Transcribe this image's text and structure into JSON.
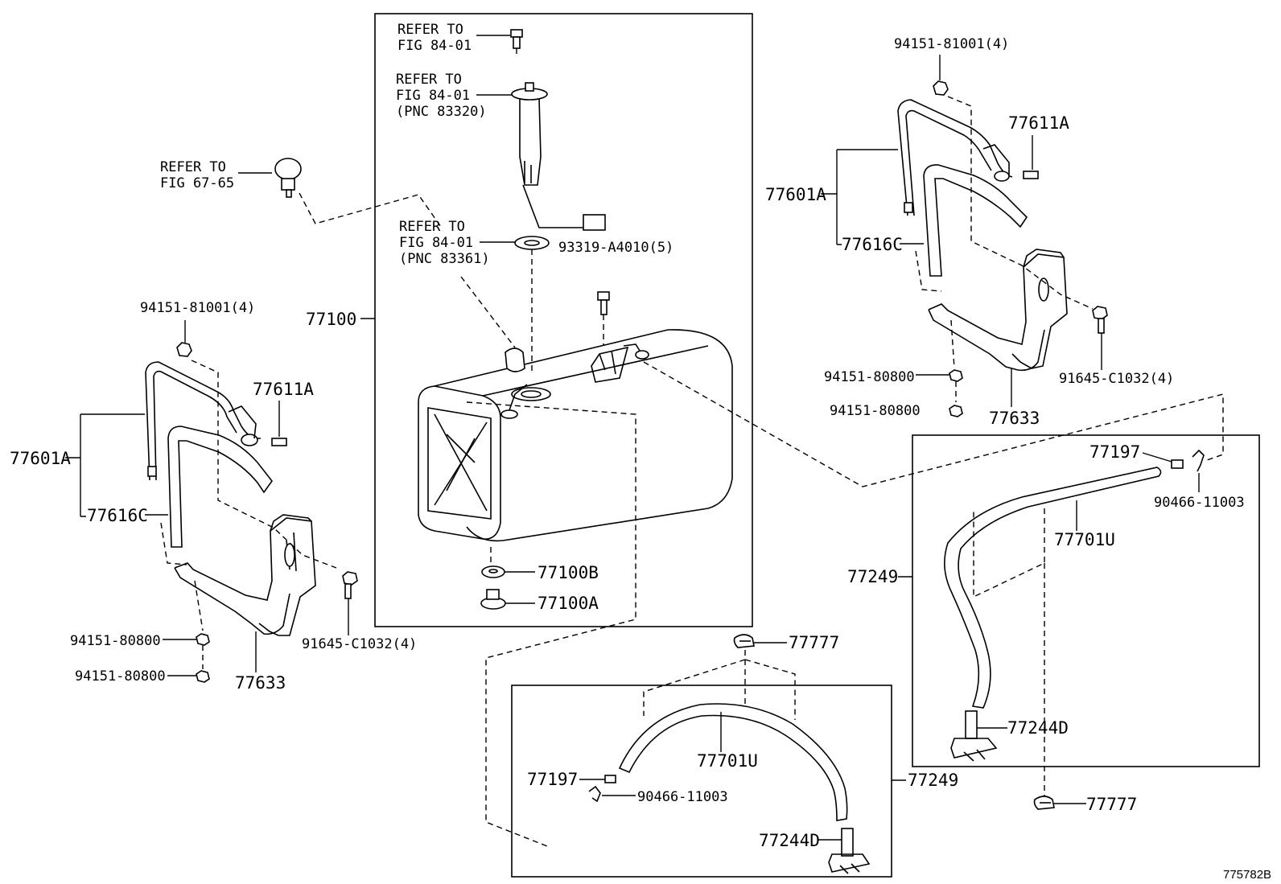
{
  "figure_code": "775782B",
  "labels": {
    "refer_84_01_a": [
      "REFER TO",
      "FIG 84-01"
    ],
    "refer_84_01_b": [
      "REFER TO",
      "FIG 84-01",
      "(PNC 83320)"
    ],
    "refer_84_01_c": [
      "REFER TO",
      "FIG 84-01",
      "(PNC 83361)"
    ],
    "refer_67_65": [
      "REFER TO",
      "FIG 67-65"
    ],
    "bolt_93319": "93319-A4010(5)",
    "tank_77100": "77100",
    "pad_77100b": "77100B",
    "plug_77100a": "77100A",
    "left_nut_94151_81001": "94151-81001(4)",
    "left_pin_77611a": "77611A",
    "left_band_77601a": "77601A",
    "left_strap_77616c": "77616C",
    "left_nut_94151_80800_a": "94151-80800",
    "left_nut_94151_80800_b": "94151-80800",
    "left_bracket_77633": "77633",
    "left_bolt_91645": "91645-C1032(4)",
    "right_nut_94151_81001": "94151-81001(4)",
    "right_pin_77611a": "77611A",
    "right_band_77601a": "77601A",
    "right_strap_77616c": "77616C",
    "right_nut_94151_80800_a": "94151-80800",
    "right_nut_94151_80800_b": "94151-80800",
    "right_bracket_77633": "77633",
    "right_bolt_91645": "91645-C1032(4)",
    "right_hose_77197": "77197",
    "right_clip_90466": "90466-11003",
    "right_hose_77701u": "77701U",
    "right_assy_77249": "77249",
    "right_joint_77244d": "77244D",
    "right_clamp_77777": "77777",
    "bottom_clamp_77777": "77777",
    "bottom_hose_77701u": "77701U",
    "bottom_hose_77197": "77197",
    "bottom_clip_90466": "90466-11003",
    "bottom_assy_77249": "77249",
    "bottom_joint_77244d": "77244D"
  }
}
